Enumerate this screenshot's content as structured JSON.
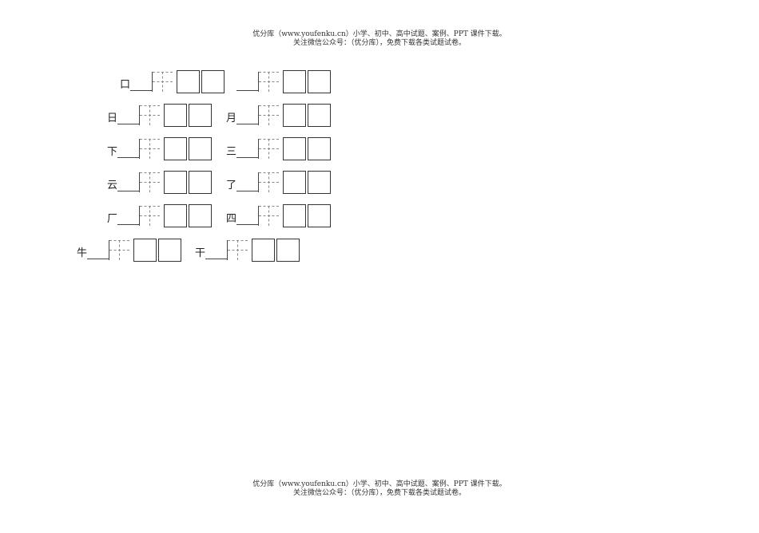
{
  "header": {
    "line1": "优分库（www.youfenku.cn）小学、初中、高中试题、案例、PPT 课件下载。",
    "line2": "关注微信公众号：（优分库），免费下载各类试题试卷。"
  },
  "footer": {
    "line1": "优分库（www.youfenku.cn）小学、初中、高中试题、案例、PPT 课件下载。",
    "line2": "关注微信公众号：（优分库），免费下载各类试题试卷。"
  },
  "exercise": {
    "items": [
      {
        "char": "口"
      },
      {
        "char": ""
      },
      {
        "char": "日"
      },
      {
        "char": "月"
      },
      {
        "char": "下"
      },
      {
        "char": "三"
      },
      {
        "char": "云"
      },
      {
        "char": "了"
      },
      {
        "char": "厂"
      },
      {
        "char": "四"
      },
      {
        "char": "牛"
      },
      {
        "char": "干"
      }
    ]
  }
}
